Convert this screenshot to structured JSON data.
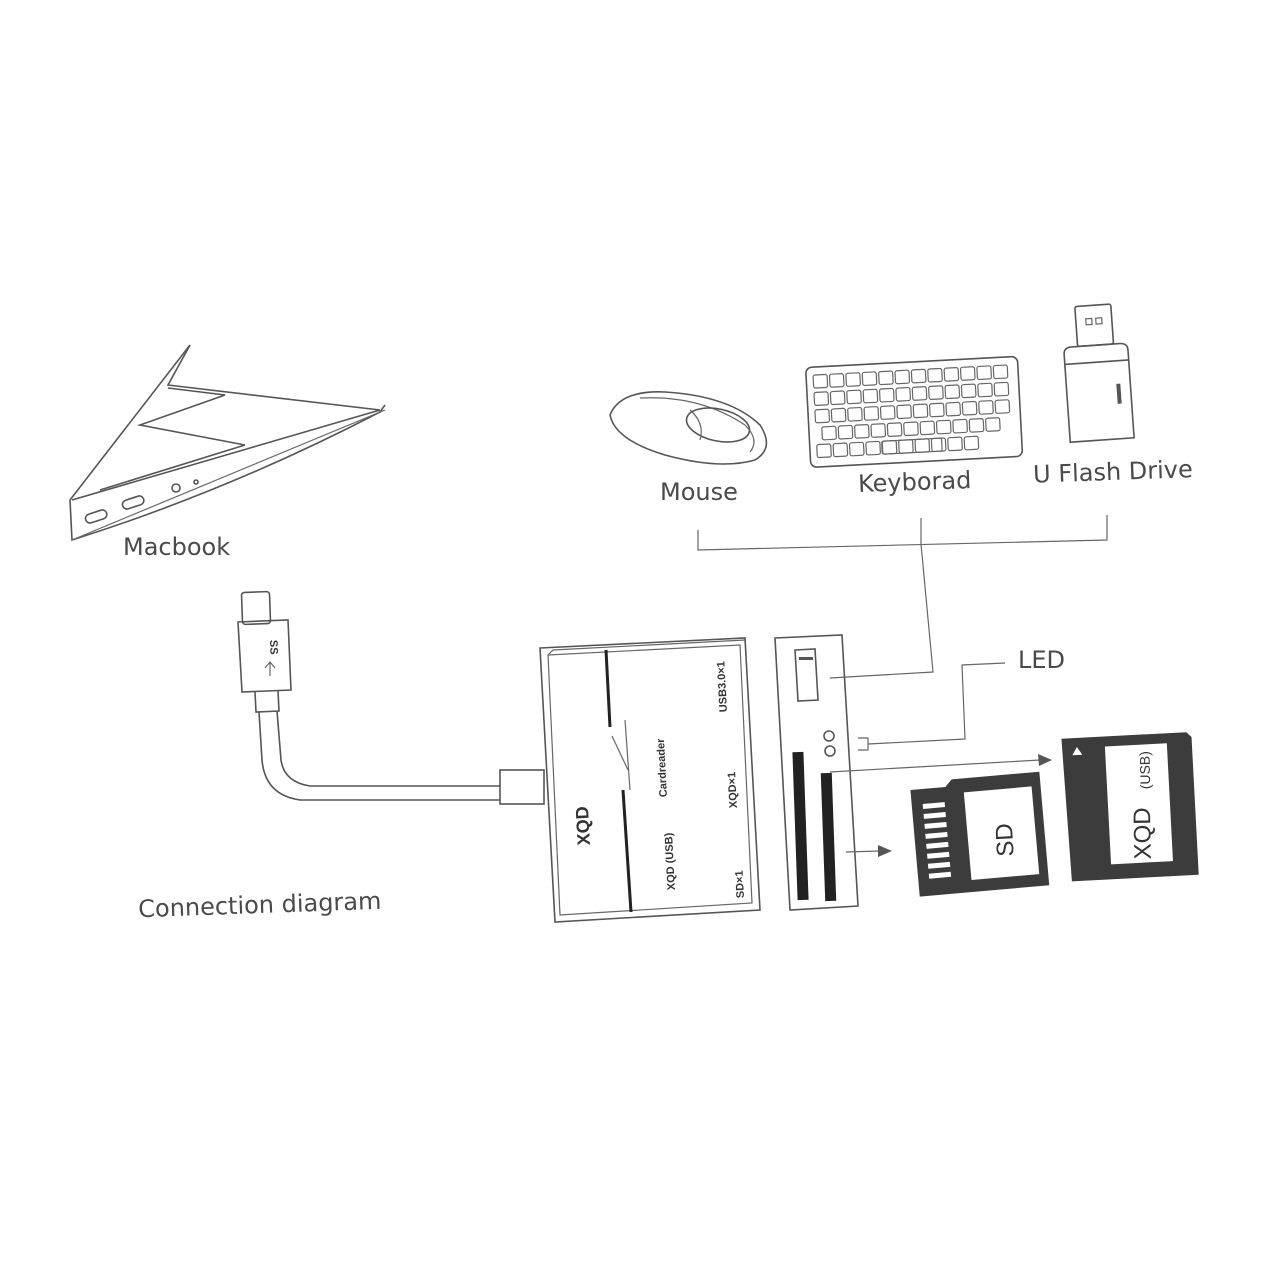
{
  "labels": {
    "macbook": "Macbook",
    "mouse": "Mouse",
    "keyboard": "Keyborad",
    "flash_drive": "U Flash Drive",
    "connection_diagram": "Connection diagram",
    "led": "LED"
  },
  "cable": {
    "ss_mark": "SS"
  },
  "reader_top": {
    "brand": "XQD",
    "title": "Cardreader",
    "slot_xqd_usb": "XQD (USB)",
    "port_usb3": "USB3.0×1",
    "port_xqd": "XQD×1",
    "port_sd": "SD×1"
  },
  "sd_card": {
    "label": "SD"
  },
  "xqd_card": {
    "label": "XQD",
    "sub": "(USB)"
  }
}
